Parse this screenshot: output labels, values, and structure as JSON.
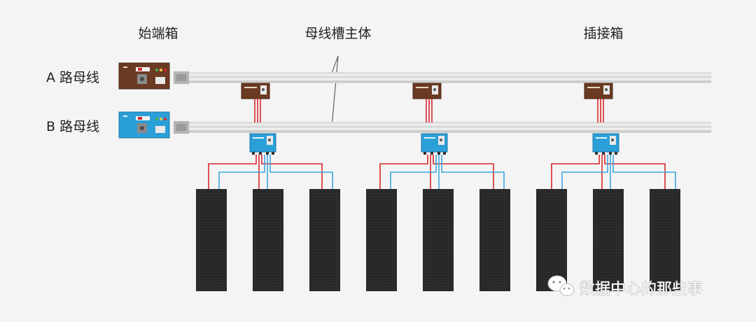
{
  "labels": {
    "start_box": "始端箱",
    "busway_body": "母线槽主体",
    "plugin_box": "插接箱",
    "bus_a": "A 路母线",
    "bus_b": "B 路母线"
  },
  "watermark": {
    "text": "数据中心的那些事",
    "icon": "wechat-icon"
  },
  "colors": {
    "background": "#f4f4f4",
    "bus_a_box": "#6b3a22",
    "bus_b_box": "#2a9fd8",
    "wire_red": "#d9262a",
    "wire_blue": "#3aa6e0",
    "rack": "#2a2a2a",
    "busway": "#d8d8d8"
  }
}
